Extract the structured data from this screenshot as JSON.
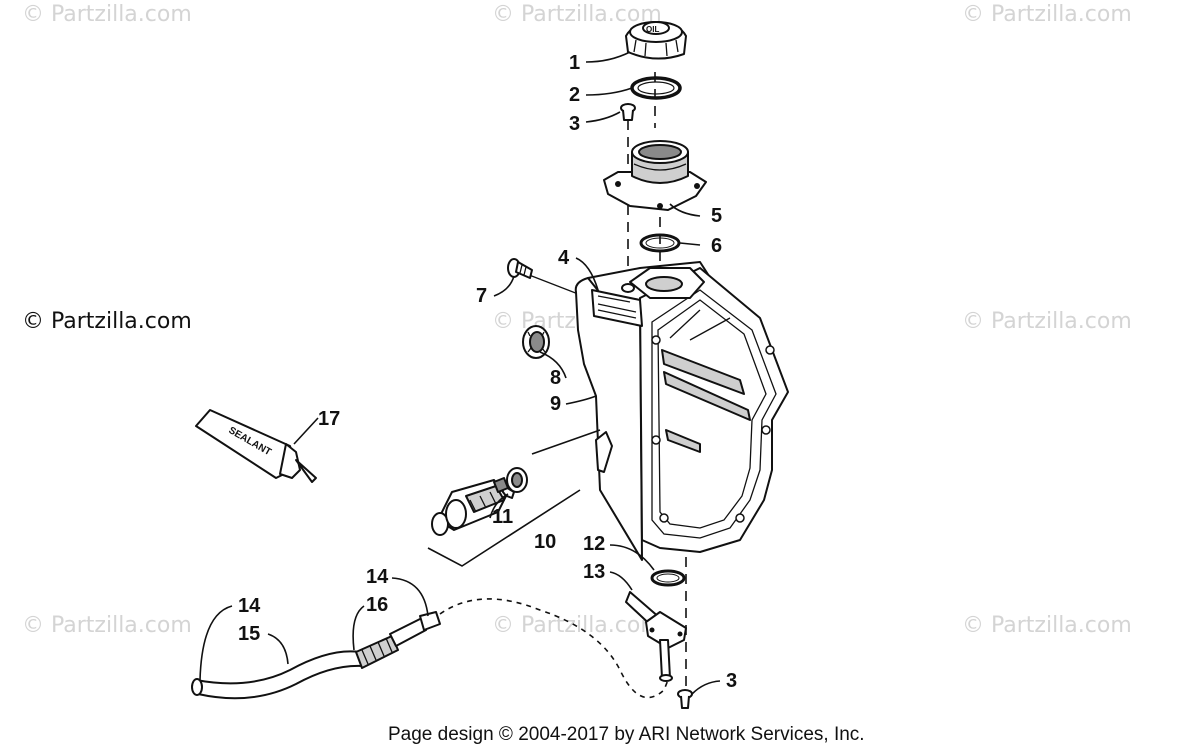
{
  "watermarks": {
    "top_left": "© Partzilla.com",
    "top_center": "© Partzilla.com",
    "top_right": "© Partzilla.com",
    "mid_left": "© Partzilla.com",
    "mid_center": "© Partzilla.com",
    "mid_right": "© Partzilla.com",
    "bottom_left": "© Partzilla.com",
    "bottom_center": "© Partzilla.com",
    "bottom_right": "© Partzilla.com"
  },
  "callouts": {
    "c1": "1",
    "c2": "2",
    "c3a": "3",
    "c3b": "3",
    "c4": "4",
    "c5": "5",
    "c6": "6",
    "c7": "7",
    "c8": "8",
    "c9": "9",
    "c10": "10",
    "c11": "11",
    "c12": "12",
    "c13": "13",
    "c14a": "14",
    "c14b": "14",
    "c15": "15",
    "c16": "16",
    "c17": "17"
  },
  "decal": {
    "sealant_text": "SEALANT",
    "cap_text": "OIL"
  },
  "footer": {
    "text": "Page design © 2004-2017 by ARI Network Services, Inc."
  }
}
